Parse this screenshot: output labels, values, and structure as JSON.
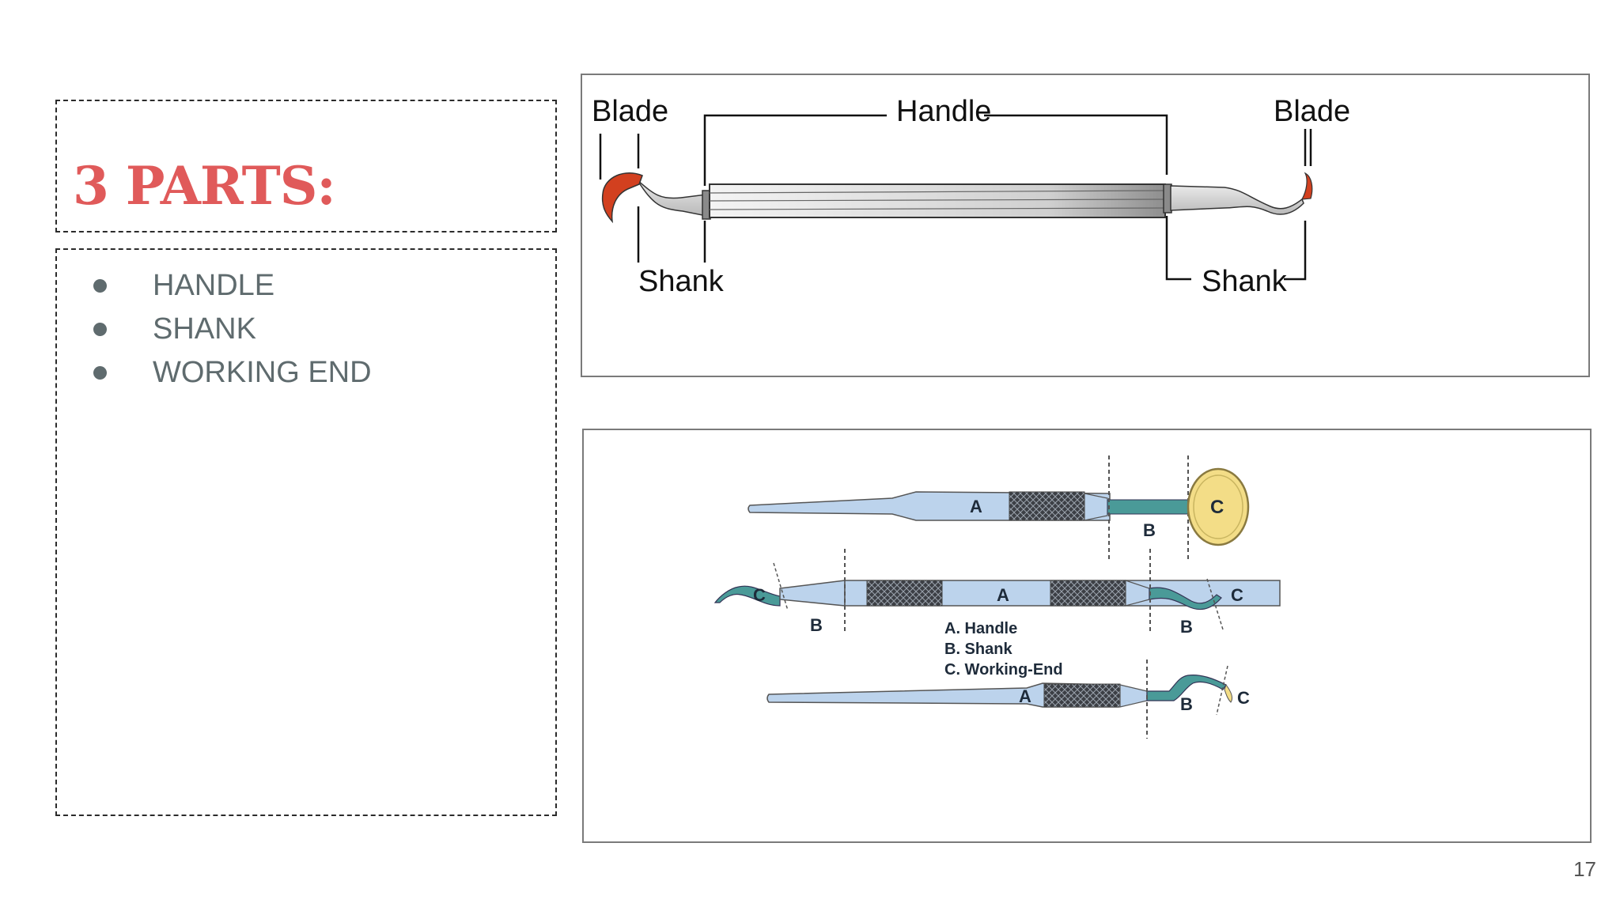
{
  "slide": {
    "title": "3 PARTS:",
    "bullets": [
      "HANDLE",
      "SHANK",
      "WORKING END"
    ],
    "page_number": "17"
  },
  "figure_top": {
    "labels": {
      "blade_left": "Blade",
      "handle": "Handle",
      "blade_right": "Blade",
      "shank_left": "Shank",
      "shank_right": "Shank"
    }
  },
  "figure_bottom": {
    "labels": {
      "a": "A",
      "b": "B",
      "c": "C",
      "legend_a": "A. Handle",
      "legend_b": "B. Shank",
      "legend_c": "C. Working-End"
    }
  },
  "colors": {
    "title": "#e05a5a",
    "text": "#5f6b6e",
    "blade": "#d2401f",
    "instrument_blue": "#bcd3ec",
    "shank_teal": "#4a9a98",
    "mirror_yellow": "#f3dd87"
  }
}
